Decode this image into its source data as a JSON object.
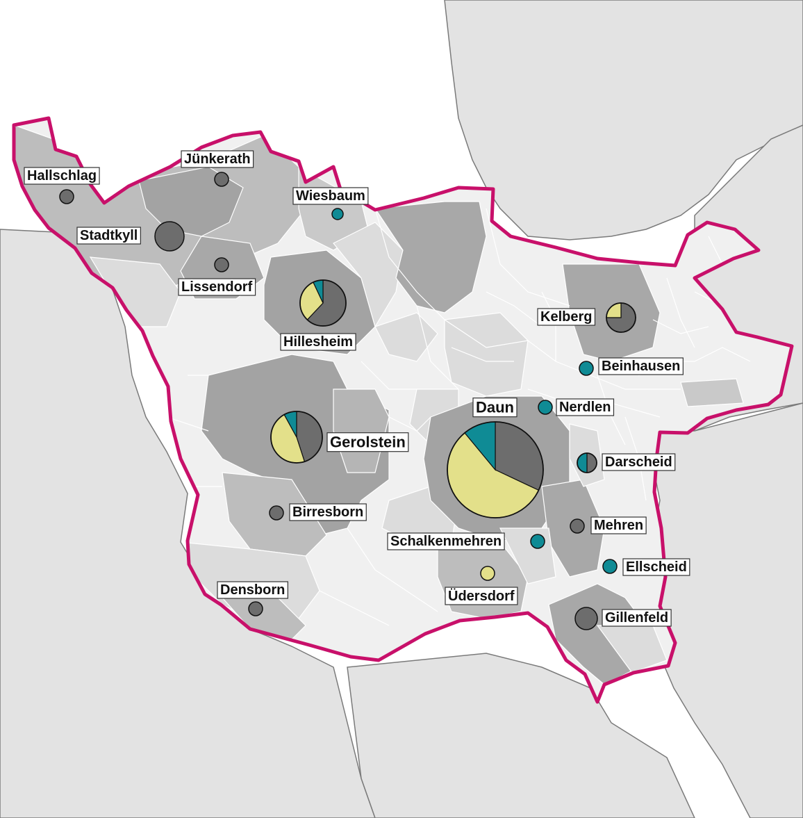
{
  "colors": {
    "page_background": "#ffffff",
    "outside_area": "#e3e3e3",
    "district_fill": "#f0f0f0",
    "municipality_borders": "#ffffff",
    "neighbor_borders": "#7a7a7a",
    "district_border": "#c8106a",
    "shade_light": "#dcdcdc",
    "shade_medium": "#bdbdbd",
    "shade_dark": "#a3a3a3",
    "category_dark_gray": "#6d6d6d",
    "category_yellow": "#e3e08a",
    "category_teal": "#0f8b95"
  },
  "places": [
    {
      "name": "Hallschlag",
      "value_shares": {
        "gray": 1
      }
    },
    {
      "name": "Jünkerath",
      "value_shares": {
        "gray": 1
      }
    },
    {
      "name": "Wiesbaum",
      "value_shares": {
        "teal": 1
      }
    },
    {
      "name": "Stadtkyll",
      "value_shares": {
        "gray": 1
      }
    },
    {
      "name": "Lissendorf",
      "value_shares": {
        "gray": 1
      }
    },
    {
      "name": "Hillesheim",
      "value_shares": {
        "gray": 0.62,
        "yellow": 0.31,
        "teal": 0.07
      }
    },
    {
      "name": "Kelberg",
      "value_shares": {
        "gray": 0.75,
        "yellow": 0.25
      }
    },
    {
      "name": "Beinhausen",
      "value_shares": {
        "teal": 1
      }
    },
    {
      "name": "Nerdlen",
      "value_shares": {
        "teal": 1
      }
    },
    {
      "name": "Daun",
      "value_shares": {
        "gray": 0.32,
        "yellow": 0.57,
        "teal": 0.11
      }
    },
    {
      "name": "Gerolstein",
      "value_shares": {
        "gray": 0.45,
        "yellow": 0.47,
        "teal": 0.08
      }
    },
    {
      "name": "Darscheid",
      "value_shares": {
        "gray": 0.5,
        "teal": 0.5
      }
    },
    {
      "name": "Birresborn",
      "value_shares": {
        "gray": 1
      }
    },
    {
      "name": "Mehren",
      "value_shares": {
        "gray": 1
      }
    },
    {
      "name": "Schalkenmehren",
      "value_shares": {
        "teal": 1
      }
    },
    {
      "name": "Ellscheid",
      "value_shares": {
        "teal": 1
      }
    },
    {
      "name": "Üdersdorf",
      "value_shares": {
        "yellow": 1
      }
    },
    {
      "name": "Densborn",
      "value_shares": {
        "gray": 1
      }
    },
    {
      "name": "Gillenfeld",
      "value_shares": {
        "gray": 1
      }
    }
  ]
}
